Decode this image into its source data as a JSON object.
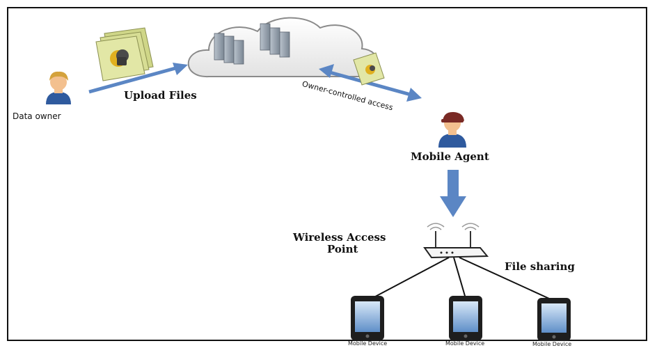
{
  "labels": {
    "data_owner": "Data owner",
    "upload_files": "Upload Files",
    "owner_controlled_access": "Owner-controlled access",
    "mobile_agent": "Mobile Agent",
    "wireless_access_point_line1": "Wireless Access",
    "wireless_access_point_line2": "Point",
    "file_sharing": "File sharing"
  },
  "devices": [
    {
      "caption": "Mobile Device"
    },
    {
      "caption": "Mobile Device"
    },
    {
      "caption": "Mobile Device"
    }
  ],
  "colors": {
    "arrow": "#5b86c4",
    "border": "#111111",
    "cloud_outline": "#8a8a8a",
    "server": "#8f9aa6",
    "document": "#dde39c",
    "lock": "#4a4a4a",
    "seal": "#e0b020",
    "person_face": "#f3c08f",
    "person_body": "#2f5a9e",
    "owner_hair": "#d4a23c",
    "agent_hat": "#7a2a25",
    "router": "#f5f5f5",
    "screen": "#6f9fd6"
  }
}
